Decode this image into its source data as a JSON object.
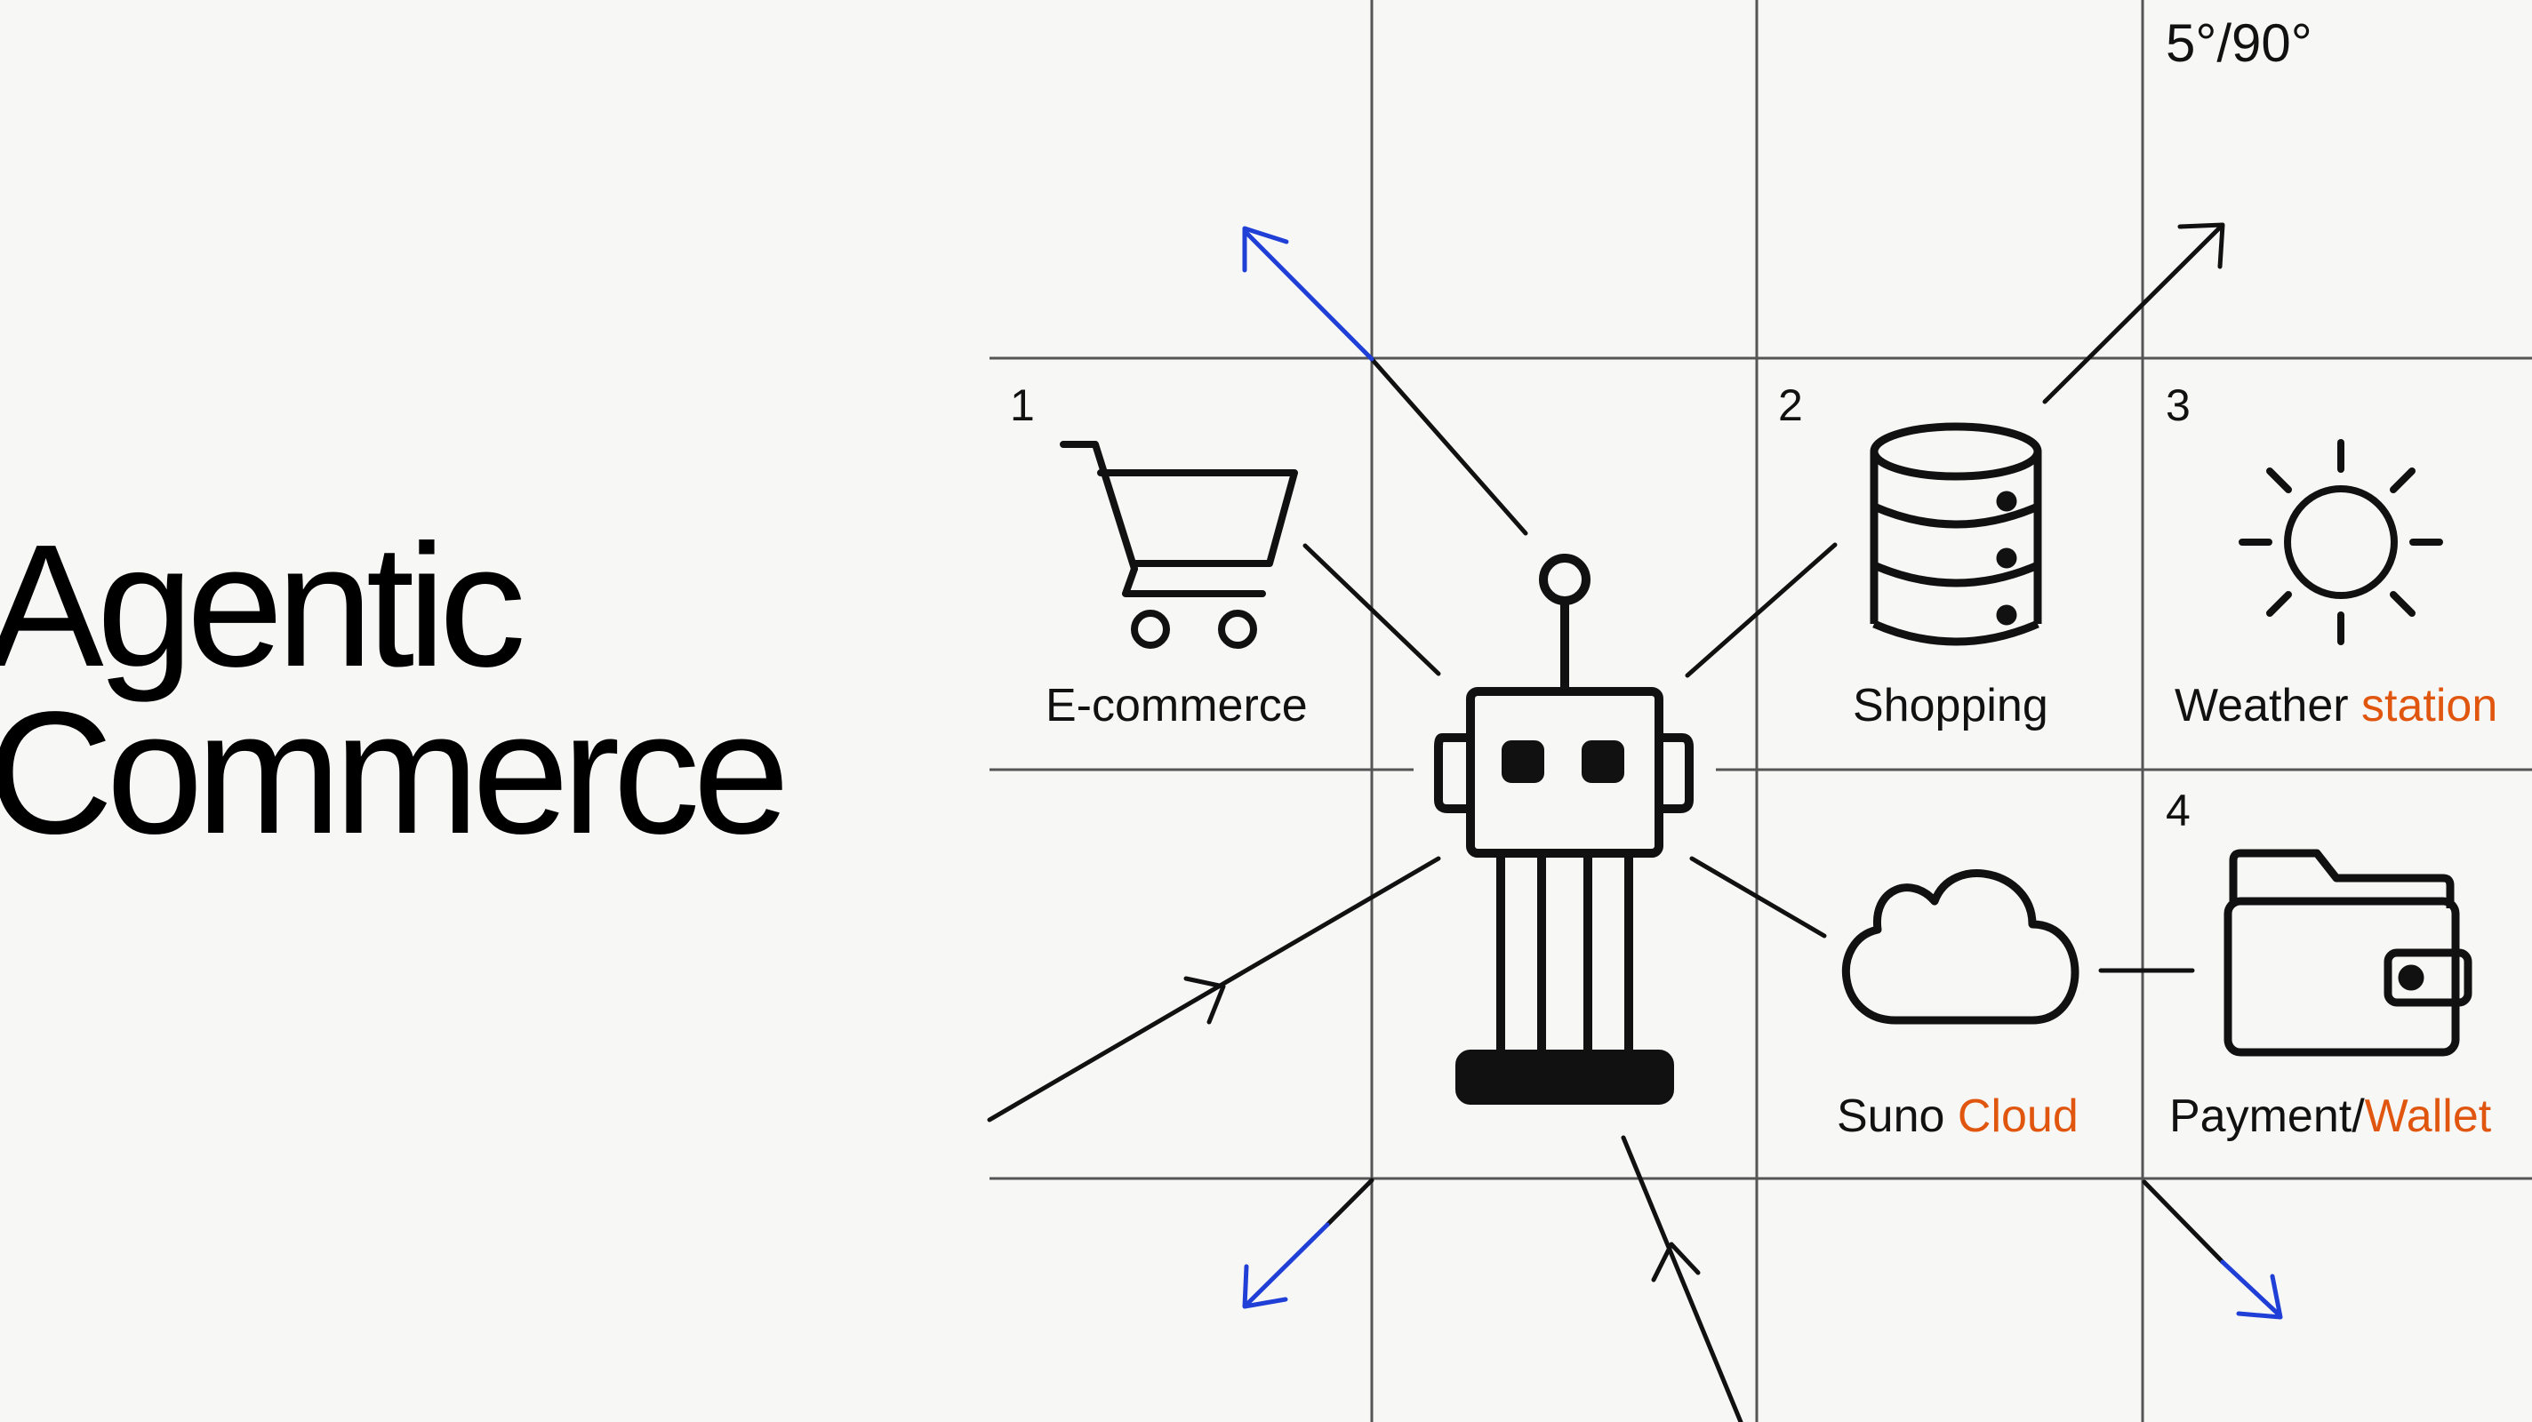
{
  "title": {
    "line1": "Agentic",
    "line2": "Commerce"
  },
  "angle_readout": "5°/90°",
  "nodes": [
    {
      "number": "1",
      "label": "E-commerce",
      "label_highlight": "",
      "icon": "shopping-cart-icon"
    },
    {
      "number": "2",
      "label": "Shopping",
      "label_highlight": "",
      "icon": "database-icon"
    },
    {
      "number": "3",
      "label": "Weather ",
      "label_highlight": "station",
      "icon": "sun-icon"
    },
    {
      "number": "4",
      "label": "Payment/",
      "label_highlight": "Wallet",
      "icon": "wallet-icon"
    },
    {
      "number": "",
      "label": "Suno ",
      "label_highlight": "Cloud",
      "icon": "cloud-icon"
    }
  ],
  "center": {
    "icon": "robot-icon"
  },
  "colors": {
    "background": "#f7f7f6",
    "ink": "#111111",
    "grid": "#555555",
    "highlight": "#e1560e",
    "accent_arrow": "#1f3fd6"
  }
}
